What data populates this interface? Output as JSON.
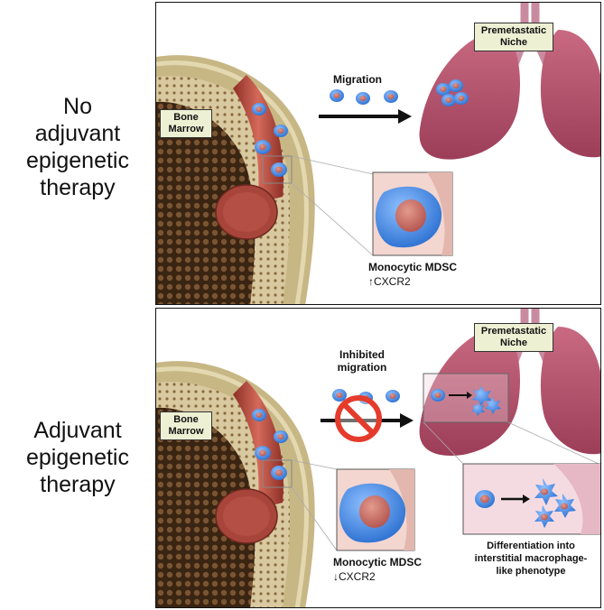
{
  "left_labels": {
    "top": [
      "No",
      "adjuvant",
      "epigenetic",
      "therapy"
    ],
    "bottom": [
      "Adjuvant",
      "epigenetic",
      "therapy"
    ]
  },
  "top_panel": {
    "bone_marrow": [
      "Bone",
      "Marrow"
    ],
    "migration": "Migration",
    "premetastatic_niche": [
      "Premetastatic",
      "Niche"
    ],
    "mdsc_title": "Monocytic MDSC",
    "cxcr2_arrow": "↑",
    "cxcr2": "CXCR2"
  },
  "bottom_panel": {
    "bone_marrow": [
      "Bone",
      "Marrow"
    ],
    "inhibited_migration": [
      "Inhibited",
      "migration"
    ],
    "premetastatic_niche": [
      "Premetastatic",
      "Niche"
    ],
    "mdsc_title": "Monocytic MDSC",
    "cxcr2_arrow": "↓",
    "cxcr2": "CXCR2",
    "differentiation": [
      "Differentiation into",
      "interstitial macrophage-",
      "like phenotype"
    ]
  },
  "colors": {
    "bone_outer": "#c7b785",
    "bone_inner": "#6b4a2a",
    "vessel": "#b64a3e",
    "cell": "#4a8fe0",
    "nucleus": "#c86a6a",
    "lung": "#b5506b",
    "label_box": "#eef0d4",
    "prohibit": "#e53b2c"
  }
}
